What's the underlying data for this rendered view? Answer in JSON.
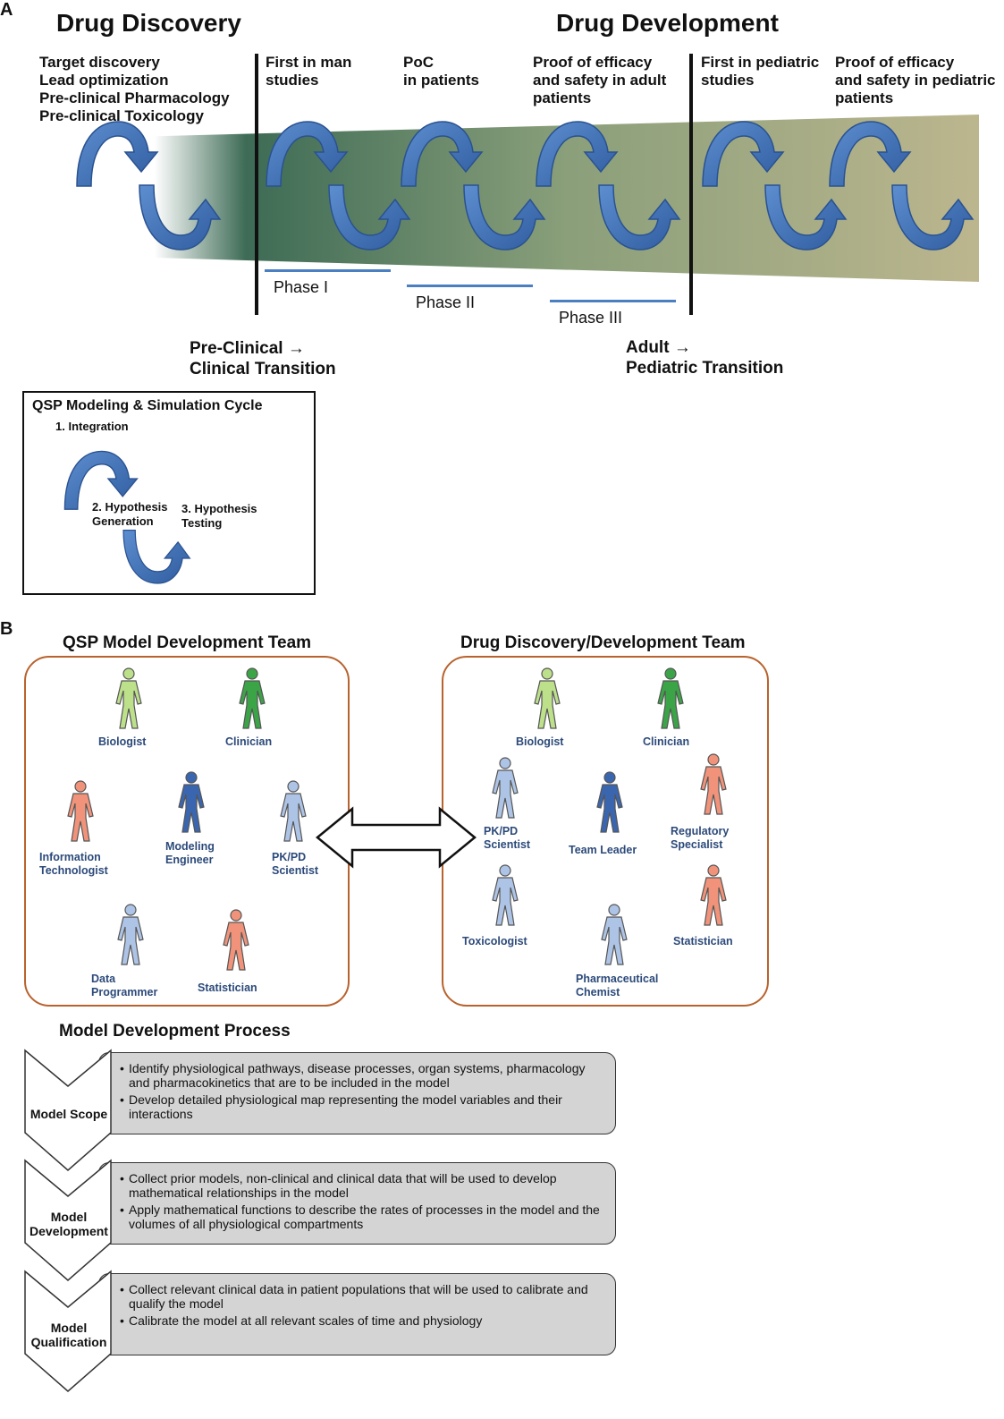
{
  "panel_a": {
    "letter": "A",
    "discovery_title": "Drug Discovery",
    "development_title": "Drug Development",
    "stages": [
      {
        "id": "discovery",
        "text": "Target discovery\nLead optimization\nPre-clinical Pharmacology\nPre-clinical Toxicology"
      },
      {
        "id": "fim",
        "text": "First in man\nstudies"
      },
      {
        "id": "poc",
        "text": "PoC\nin patients"
      },
      {
        "id": "poe-adult",
        "text": "Proof of efficacy\nand safety in adult\npatients"
      },
      {
        "id": "fip",
        "text": "First in pediatric\nstudies"
      },
      {
        "id": "poe-ped",
        "text": "Proof of efficacy\nand safety in pediatric\npatients"
      }
    ],
    "phases": [
      "Phase I",
      "Phase II",
      "Phase III"
    ],
    "transitions": [
      {
        "id": "preclinical",
        "text": "Pre-Clinical →\nClinical Transition"
      },
      {
        "id": "pediatric",
        "text": "Adult →\nPediatric Transition"
      }
    ],
    "qsp_cycle": {
      "title": "QSP Modeling & Simulation Cycle",
      "step1": "1. Integration",
      "step2": "2. Hypothesis\nGeneration",
      "step3": "3. Hypothesis\nTesting"
    },
    "colors": {
      "arrow": "#3f72b5",
      "band_start": "#3d6b55",
      "band_end": "#b8b48c",
      "phase_line": "#4a7fc1"
    }
  },
  "panel_b": {
    "letter": "B",
    "qsp_team": {
      "title": "QSP Model Development Team",
      "members": [
        {
          "role": "Biologist",
          "color": "#bde08a"
        },
        {
          "role": "Clinician",
          "color": "#3aa447"
        },
        {
          "role": "Information\nTechnologist",
          "color": "#f0937a"
        },
        {
          "role": "Modeling\nEngineer",
          "color": "#3a66b0"
        },
        {
          "role": "PK/PD\nScientist",
          "color": "#aec4e6"
        },
        {
          "role": "Data\nProgrammer",
          "color": "#aec4e6"
        },
        {
          "role": "Statistician",
          "color": "#f0937a"
        }
      ]
    },
    "drug_team": {
      "title": "Drug Discovery/Development Team",
      "members": [
        {
          "role": "Biologist",
          "color": "#bde08a"
        },
        {
          "role": "Clinician",
          "color": "#3aa447"
        },
        {
          "role": "PK/PD\nScientist",
          "color": "#aec4e6"
        },
        {
          "role": "Team Leader",
          "color": "#3a66b0"
        },
        {
          "role": "Regulatory\nSpecialist",
          "color": "#f0937a"
        },
        {
          "role": "Toxicologist",
          "color": "#aec4e6"
        },
        {
          "role": "Statistician",
          "color": "#f0937a"
        },
        {
          "role": "Pharmaceutical\nChemist",
          "color": "#aec4e6"
        }
      ]
    },
    "process": {
      "title": "Model Development Process",
      "steps": [
        {
          "label": "Model Scope",
          "bullets": [
            "Identify physiological pathways, disease processes, organ systems, pharmacology and pharmacokinetics that are to be included in the model",
            "Develop detailed physiological map representing the model variables and their interactions"
          ]
        },
        {
          "label": "Model\nDevelopment",
          "bullets": [
            "Collect prior models, non-clinical and clinical data that will be used to develop mathematical relationships in the model",
            "Apply mathematical functions to describe the rates of processes in the model and the volumes of all physiological compartments"
          ]
        },
        {
          "label": "Model\nQualification",
          "bullets": [
            "Collect relevant clinical data in patient populations that will be used to calibrate and qualify the model",
            "Calibrate the model at all relevant scales of time and physiology"
          ]
        }
      ]
    }
  }
}
